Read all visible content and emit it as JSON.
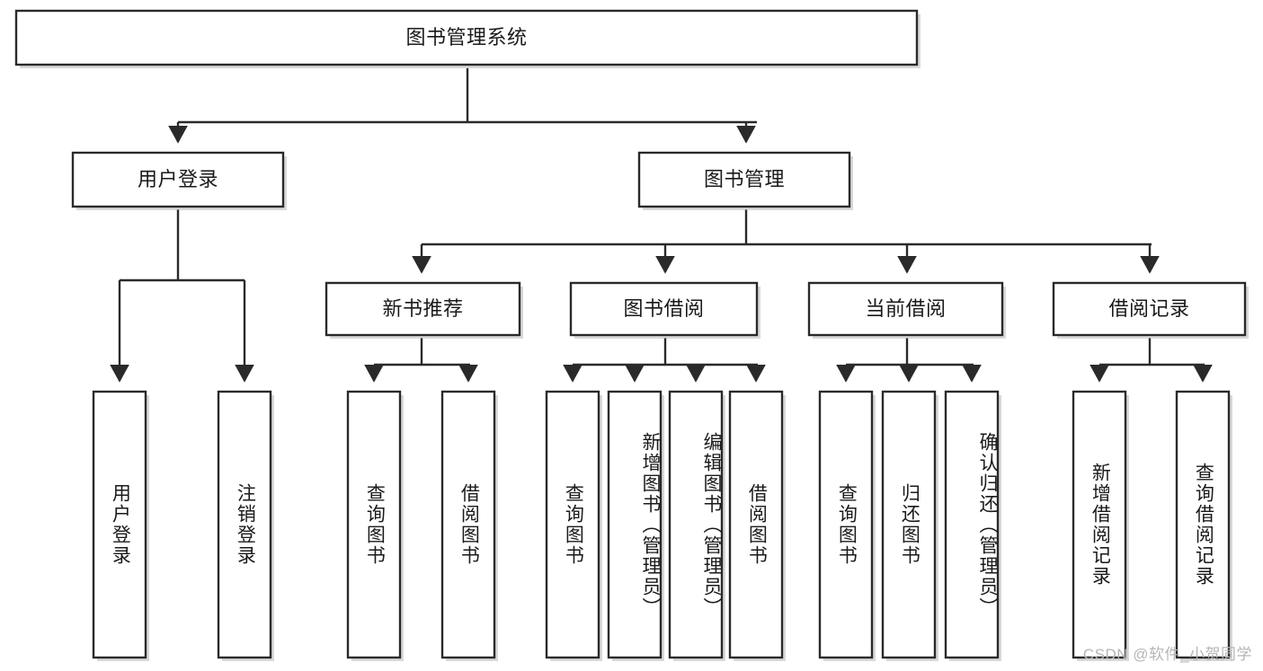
{
  "diagram": {
    "type": "tree",
    "title": "图书管理系统",
    "root": {
      "id": "root",
      "label": "图书管理系统",
      "level": 0
    },
    "level2": [
      {
        "id": "user-login",
        "label": "用户登录"
      },
      {
        "id": "book-manage",
        "label": "图书管理"
      }
    ],
    "level3": [
      {
        "id": "new-book-recommend",
        "label": "新书推荐",
        "parent": "book-manage"
      },
      {
        "id": "book-borrow",
        "label": "图书借阅",
        "parent": "book-manage"
      },
      {
        "id": "current-borrow",
        "label": "当前借阅",
        "parent": "book-manage"
      },
      {
        "id": "borrow-record",
        "label": "借阅记录",
        "parent": "book-manage"
      }
    ],
    "leaves": [
      {
        "id": "leaf-user-login",
        "label": "用户登录",
        "parent": "user-login"
      },
      {
        "id": "leaf-user-logout",
        "label": "注销登录",
        "parent": "user-login"
      },
      {
        "id": "leaf-query-book-1",
        "label": "查询图书",
        "parent": "new-book-recommend"
      },
      {
        "id": "leaf-borrow-book-1",
        "label": "借阅图书",
        "parent": "new-book-recommend"
      },
      {
        "id": "leaf-query-book-2",
        "label": "查询图书",
        "parent": "book-borrow"
      },
      {
        "id": "leaf-add-book",
        "label": "新增图书（管理员）",
        "parent": "book-borrow"
      },
      {
        "id": "leaf-edit-book",
        "label": "编辑图书（管理员）",
        "parent": "book-borrow"
      },
      {
        "id": "leaf-borrow-book-2",
        "label": "借阅图书",
        "parent": "book-borrow"
      },
      {
        "id": "leaf-query-book-3",
        "label": "查询图书",
        "parent": "current-borrow"
      },
      {
        "id": "leaf-return-book",
        "label": "归还图书",
        "parent": "current-borrow"
      },
      {
        "id": "leaf-confirm-return",
        "label": "确认归还（管理员）",
        "parent": "current-borrow"
      },
      {
        "id": "leaf-add-record",
        "label": "新增借阅记录",
        "parent": "borrow-record"
      },
      {
        "id": "leaf-query-record",
        "label": "查询借阅记录",
        "parent": "borrow-record"
      }
    ],
    "colors": {
      "stroke": "#2a2a2a",
      "fill": "#ffffff",
      "text": "#1a1a1a",
      "watermark": "#b6b6b6"
    }
  },
  "watermark": {
    "text": "CSDN @软件_小贺同学"
  }
}
